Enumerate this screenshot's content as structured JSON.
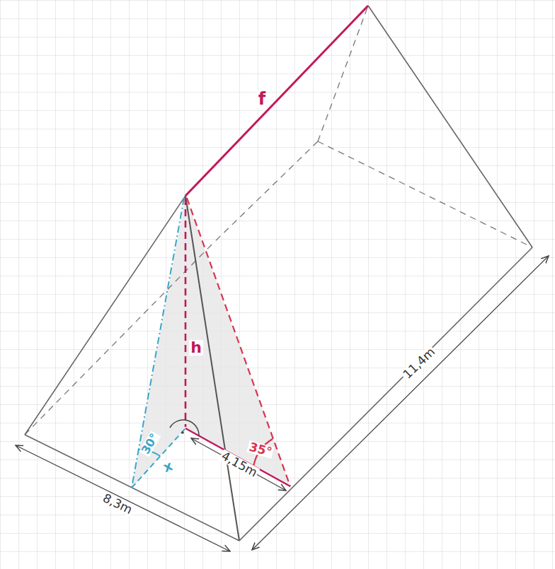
{
  "diagram": {
    "labels": [
      "f",
      "h",
      "x",
      "30°",
      "35°",
      "4,15m",
      "8,3m",
      "11,4m"
    ]
  }
}
